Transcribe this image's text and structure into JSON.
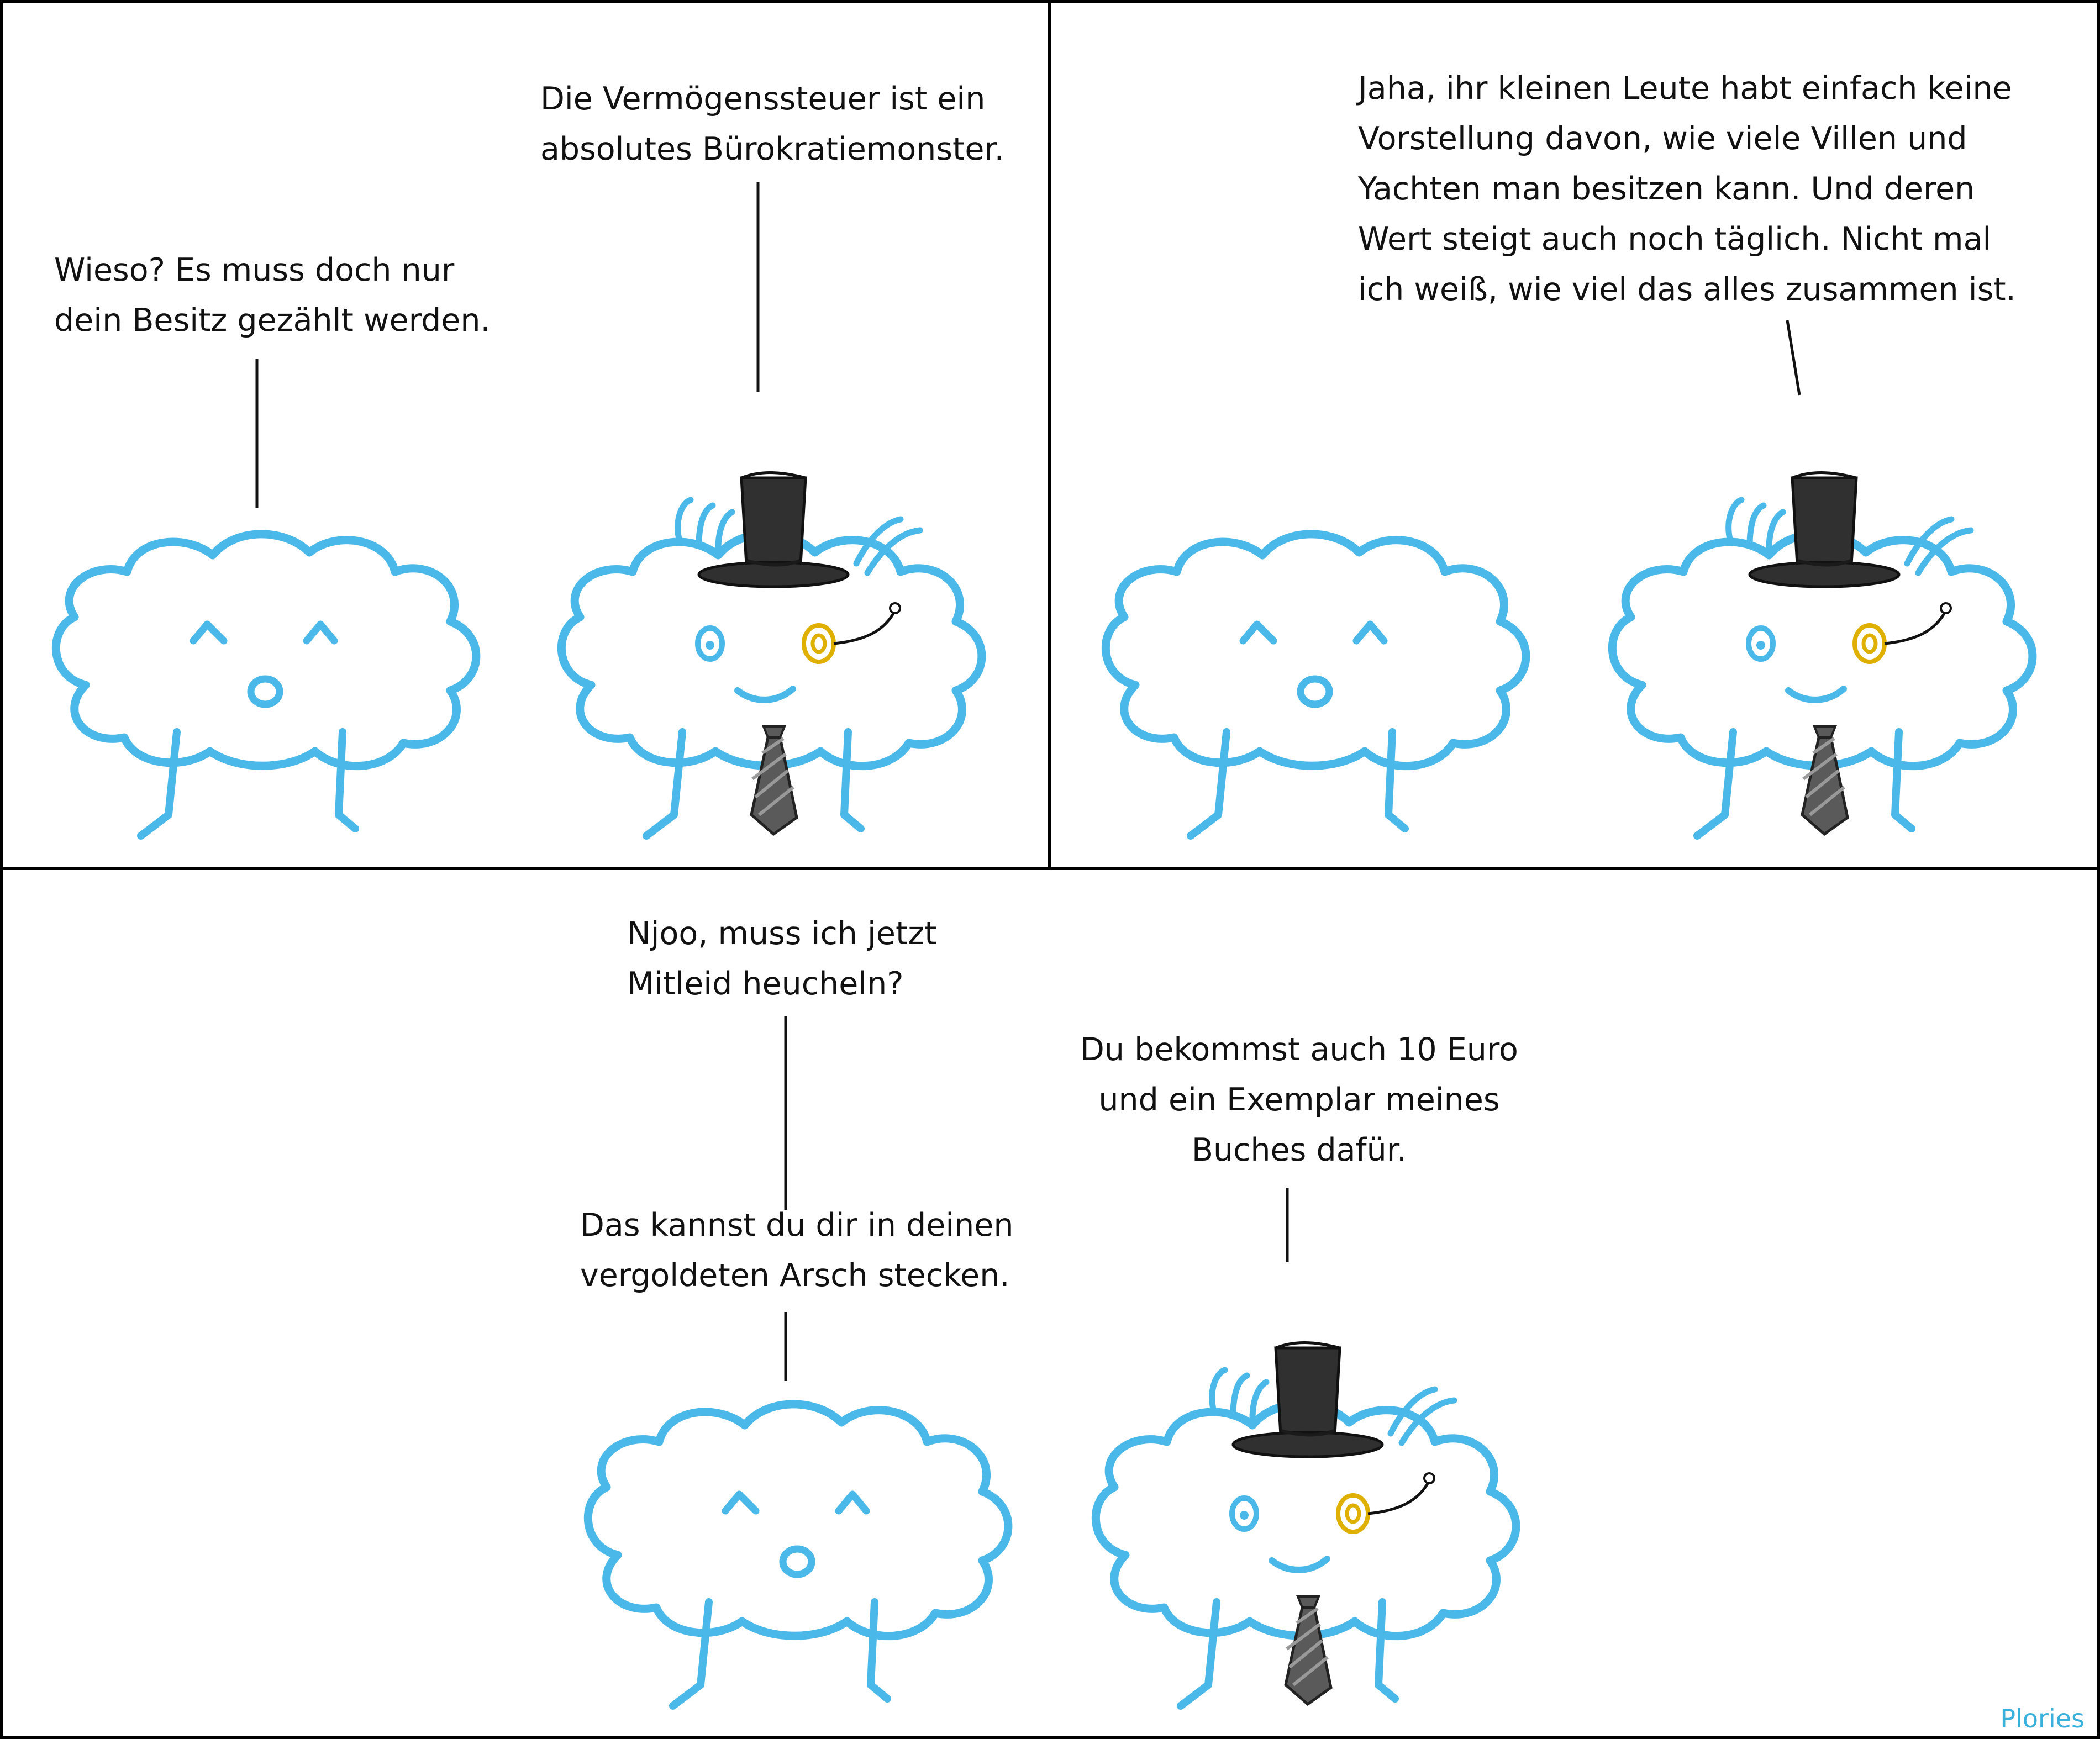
{
  "panels": [
    {
      "speech": [
        {
          "speaker": "cloud",
          "text": "Wieso? Es muss doch nur\ndein Besitz gezählt werden."
        },
        {
          "speaker": "rich-cloud",
          "text": "Die Vermögenssteuer ist ein\nabsolutes Bürokratiemonster."
        }
      ]
    },
    {
      "speech": [
        {
          "speaker": "rich-cloud",
          "text": "Jaha, ihr kleinen Leute habt einfach keine\nVorstellung davon, wie viele Villen und\nYachten man besitzen kann. Und deren\nWert steigt auch noch täglich. Nicht mal\nich weiß, wie viel das alles zusammen ist."
        }
      ]
    },
    {
      "speech": [
        {
          "speaker": "cloud",
          "text": "Njoo, muss ich jetzt\nMitleid heucheln?"
        },
        {
          "speaker": "rich-cloud",
          "text": "Du bekommst auch 10 Euro\nund ein Exemplar meines\nBuches dafür."
        },
        {
          "speaker": "cloud",
          "text": "Das kannst du dir in deinen\nvergoldeten Arsch stecken."
        }
      ]
    }
  ],
  "credit": "Plories",
  "colors": {
    "cloud_outline": "#4ab8e8",
    "hat": "#303030",
    "tie": "#5a5a5a",
    "monocle": "#e0b000",
    "credit": "#3ab0dc"
  }
}
